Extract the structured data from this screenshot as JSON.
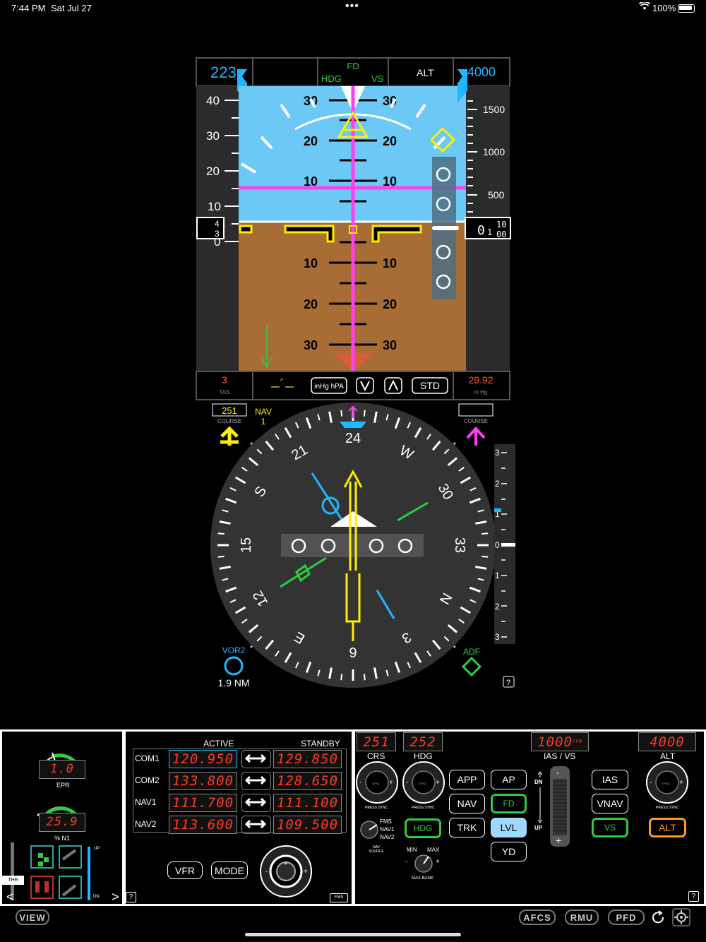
{
  "status": {
    "time": "7:44 PM",
    "date": "Sat Jul 27",
    "battery": "100%"
  },
  "pfd": {
    "speed_bug": "223",
    "fd": "FD",
    "hdg": "HDG",
    "vs": "VS",
    "alt_mode": "ALT",
    "alt_bug": "4000",
    "speed_ticks": [
      "40",
      "30",
      "20",
      "10",
      "0"
    ],
    "speed_readout": [
      "4",
      "3"
    ],
    "alt_ticks": [
      "1500",
      "1000",
      "500"
    ],
    "alt_readout": "0",
    "alt_readout_sub": [
      "10",
      "00"
    ],
    "pitch_labels": [
      "30",
      "20",
      "10",
      "10",
      "20",
      "30"
    ],
    "tas_value": "3",
    "tas_label": "TAS",
    "baro_unit": "inHg hPA",
    "std": "STD",
    "baro_value": "29.92",
    "baro_label": "in Hg"
  },
  "hsi": {
    "course_left": "251",
    "course_left_label": "COURSE",
    "nav_label": "NAV",
    "nav_num": "1",
    "course_right": "",
    "course_right_label": "COURSE",
    "compass": [
      "N",
      "3",
      "6",
      "E",
      "12",
      "15",
      "S",
      "21",
      "24",
      "W",
      "30",
      "33"
    ],
    "vs_ticks": [
      "3",
      "2",
      "1",
      "0",
      "1",
      "2",
      "3"
    ],
    "vor2": "VOR2",
    "dist": "1.9 NM",
    "adf": "ADF",
    "help": "?"
  },
  "engine": {
    "epr_value": "1.0",
    "epr_label": "EPR",
    "n1_value": "25.9",
    "n1_label": "% N1",
    "thr": "THR",
    "up": "UP",
    "dn": "DN"
  },
  "radio": {
    "active": "ACTIVE",
    "standby": "STANDBY",
    "rows": [
      {
        "name": "COM1",
        "active": "120.950",
        "standby": "129.850"
      },
      {
        "name": "COM2",
        "active": "133.800",
        "standby": "128.650"
      },
      {
        "name": "NAV1",
        "active": "111.700",
        "standby": "111.100"
      },
      {
        "name": "NAV2",
        "active": "113.600",
        "standby": "109.500"
      }
    ],
    "vfr": "VFR",
    "mode": "MODE",
    "fms": "FMS"
  },
  "ap": {
    "crs_value": "251",
    "hdg_value": "252",
    "vs_value": "1000",
    "vs_unit": "FPM",
    "alt_value": "4000",
    "crs_label": "CRS",
    "hdg_label": "HDG",
    "iasvs_label": "IAS / VS",
    "alt_label": "ALT",
    "press_sync": "PRESS SYNC",
    "sync": "SYNC",
    "nav_source": "NAV SOURCE",
    "src_fms": "FMS",
    "src_nav1": "NAV1",
    "src_nav2": "NAV2",
    "min": "MIN",
    "max": "MAX",
    "max_bank": "MAX BANK",
    "btn_hdg": "HDG",
    "btn_app": "APP",
    "btn_nav": "NAV",
    "btn_trk": "TRK",
    "btn_ap": "AP",
    "btn_fd": "FD",
    "btn_lvl": "LVL",
    "btn_yd": "YD",
    "btn_ias": "IAS",
    "btn_vnav": "VNAV",
    "btn_vs": "VS",
    "btn_alt": "ALT",
    "dn": "DN",
    "up": "UP"
  },
  "bottom": {
    "view": "VIEW",
    "afcs": "AFCS",
    "rmu": "RMU",
    "pfd": "PFD"
  },
  "colors": {
    "sky": "#6cc8f5",
    "ground": "#a86c35",
    "magenta": "#ff3ff0",
    "cyan": "#1fb8ff",
    "yellow": "#ffee00",
    "green": "#2ecc40",
    "segment": "#ff3b1f"
  }
}
